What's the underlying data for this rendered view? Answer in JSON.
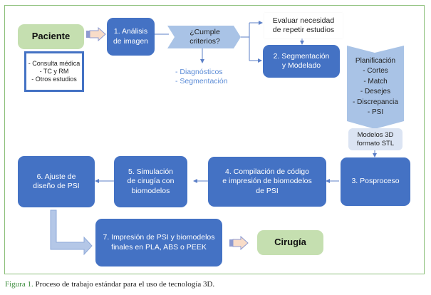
{
  "diagram": {
    "nodes": {
      "paciente": "Paciente",
      "paciente_details": [
        "- Consulta médica",
        "- TC y RM",
        "- Otros estudios"
      ],
      "step1": [
        "1. Análisis",
        "de imagen"
      ],
      "criterio": [
        "¿Cumple",
        "criterios?"
      ],
      "criterio_notes": [
        "- Diagnósticos",
        "- Segmentación"
      ],
      "evaluar": [
        "Evaluar necesidad",
        "de repetir estudios"
      ],
      "step2": [
        "2. Segmentación",
        "y Modelado"
      ],
      "planificacion_title": "Planificación",
      "planificacion_items": [
        "- Cortes",
        "- Match",
        "- Desejes",
        "- Discrepancia",
        "- PSI"
      ],
      "modelos": [
        "Modelos 3D",
        "formato STL"
      ],
      "step3": "3. Posproceso",
      "step4": [
        "4. Compilación de código",
        "e impresión de biomodelos",
        "de PSI"
      ],
      "step5": [
        "5. Simulación",
        "de cirugía con",
        "biomodelos"
      ],
      "step6": [
        "6. Ajuste de",
        "diseño de PSI"
      ],
      "step7": [
        "7. Impresión de PSI y biomodelos",
        "finales en PLA, ABS o PEEK"
      ],
      "cirugia": "Cirugía"
    },
    "colors": {
      "step_blue": "#4472c4",
      "green_node": "#c5dfb0",
      "light_blue": "#a9c3e6",
      "frame_green": "#8cbf7a",
      "peach_arrow": "#f8dcc8"
    }
  },
  "caption": {
    "label": "Figura 1.",
    "text": " Proceso de trabajo estándar para el uso de tecnología 3D."
  }
}
